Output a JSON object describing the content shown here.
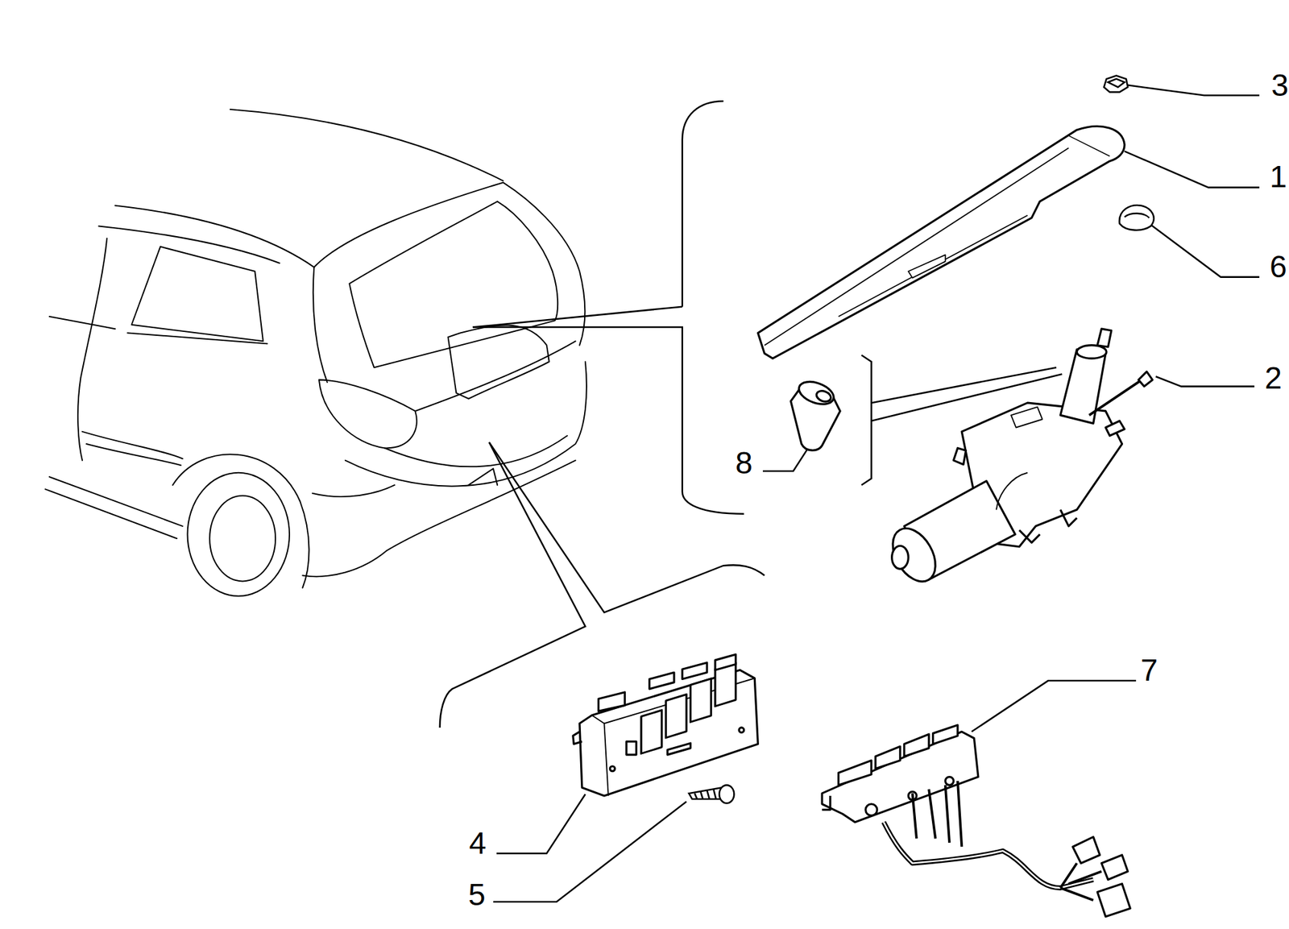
{
  "diagram": {
    "labels": [
      "3",
      "1",
      "6",
      "2",
      "8",
      "7",
      "4",
      "5"
    ]
  }
}
